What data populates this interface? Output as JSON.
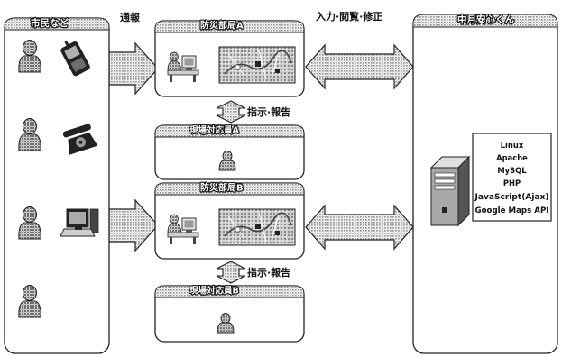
{
  "panels": {
    "citizens": {
      "title": "市民など"
    },
    "dept_a": {
      "title": "防災部局A"
    },
    "responder_a": {
      "title": "現場対応員A"
    },
    "dept_b": {
      "title": "防災部局B"
    },
    "responder_b": {
      "title": "現場対応員B"
    },
    "server": {
      "title": "中月安心くん"
    }
  },
  "labels": {
    "report": "通報",
    "input_view_edit": "入力·閲覧·修正",
    "instruct_report_a": "指示·報告",
    "instruct_report_b": "指示·報告"
  },
  "server_stack": [
    "Linux",
    "Apache",
    "MySQL",
    "PHP",
    "JavaScript(Ajax)",
    "Google Maps API"
  ],
  "icons": {
    "citizen_devices": [
      "mobile-phone-icon",
      "desk-telephone-icon",
      "computer-icon"
    ],
    "department": [
      "operator-at-pc-icon",
      "map-screen-icon"
    ],
    "responder": [
      "person-icon"
    ],
    "server": [
      "server-tower-icon"
    ]
  },
  "colors": {
    "halftone": "#9a9a9a",
    "ink": "#111111",
    "paper": "#ffffff"
  }
}
